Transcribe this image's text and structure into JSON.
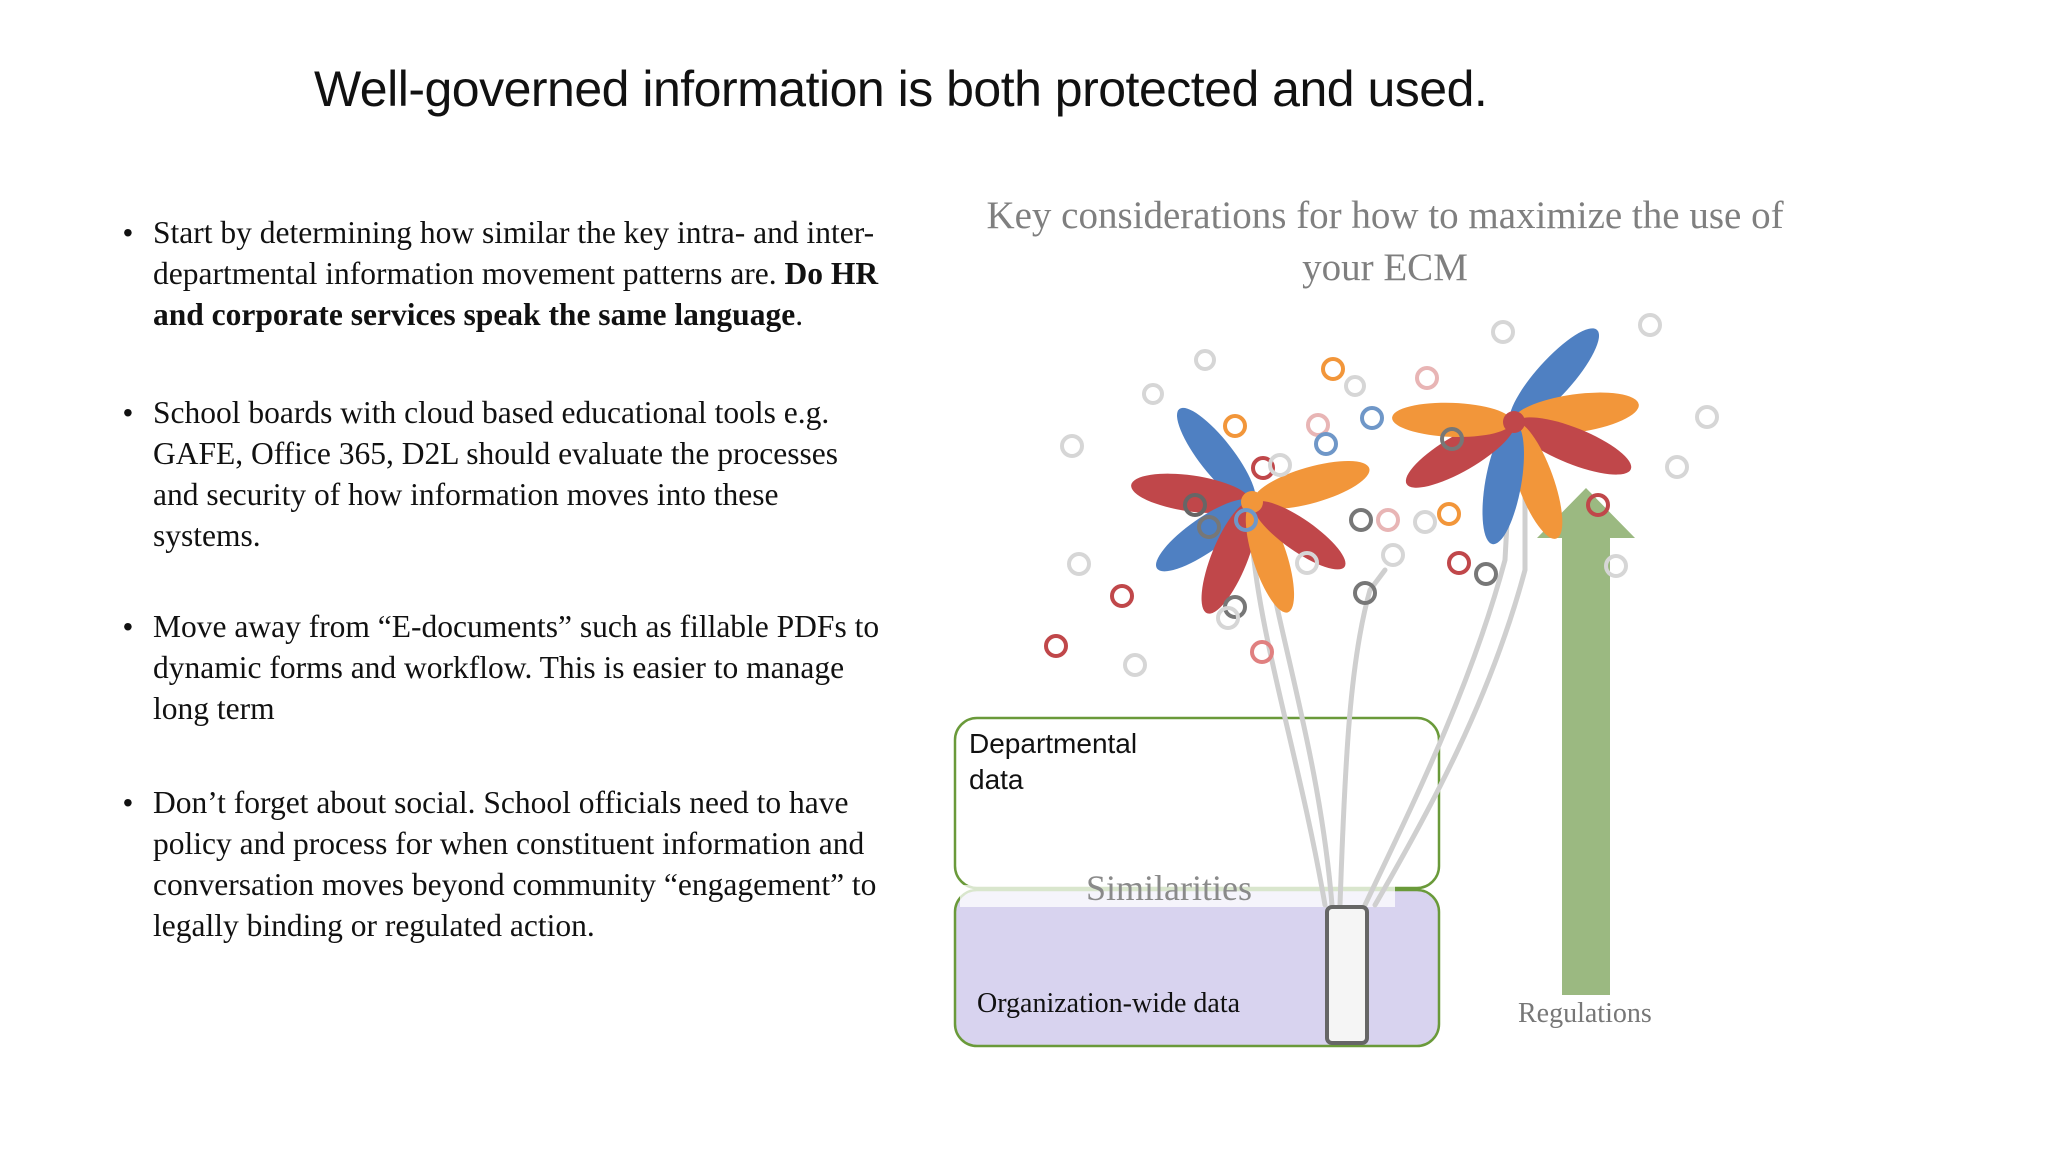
{
  "slide": {
    "title": "Well-governed information is both protected and used."
  },
  "bullets": [
    {
      "pre": "Start by determining how similar the key intra- and inter-departmental information movement patterns are. ",
      "bold": "Do HR and corporate services speak the same language",
      "post": "."
    },
    {
      "text": "School boards with cloud based educational tools e.g. GAFE, Office 365, D2L should evaluate the processes and security of how information moves into these systems."
    },
    {
      "text": "Move away from “E-documents” such as fillable PDFs to dynamic forms and workflow. This is easier to manage long term"
    },
    {
      "text": "Don’t forget about social. School officials need to have policy and process for when constituent information and conversation moves beyond community “engagement” to legally binding or regulated action."
    }
  ],
  "diagram": {
    "title": "Key considerations for how to maximize the use of your ECM",
    "departmental_label": "Departmental data",
    "similarities_label": "Similarities",
    "org_label": "Organization-wide data",
    "regulations_label": "Regulations",
    "colors": {
      "box_border": "#6a9a3a",
      "org_fill": "#d8d3ef",
      "arrow": "#9bb981",
      "petal_blue": "#4f80c2",
      "petal_orange": "#f2963a",
      "petal_red": "#c0474a",
      "stem": "#c9c9c9"
    }
  }
}
